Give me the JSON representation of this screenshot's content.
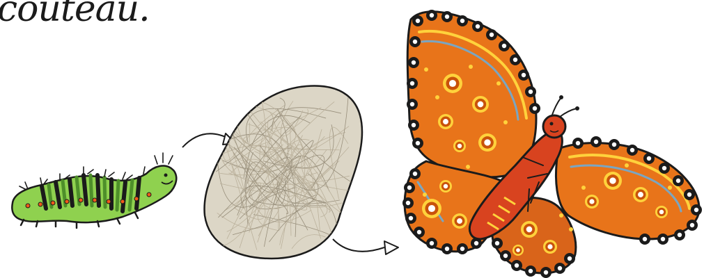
{
  "handwritten_heading": "couteau.",
  "colors": {
    "ink": "#1b1b1b",
    "caterpillar_green": "#8fd14f",
    "caterpillar_dark_green": "#4e8f2a",
    "caterpillar_spots": "#f05a1a",
    "cocoon_fill": "#dcd6c6",
    "cocoon_threads": "#b7ad97",
    "wing_orange": "#e8741a",
    "wing_dark_orange": "#c9520a",
    "wing_yellow": "#ffd23c",
    "wing_blue": "#7aa6c2",
    "body_red": "#d8431f",
    "white": "#ffffff"
  },
  "illustration": {
    "stages": [
      {
        "name": "caterpillar",
        "icon": "caterpillar-icon"
      },
      {
        "name": "cocoon",
        "icon": "cocoon-icon"
      },
      {
        "name": "butterfly",
        "icon": "butterfly-icon"
      }
    ],
    "arrows": [
      "arrow-caterpillar-to-cocoon",
      "arrow-cocoon-to-butterfly"
    ]
  }
}
